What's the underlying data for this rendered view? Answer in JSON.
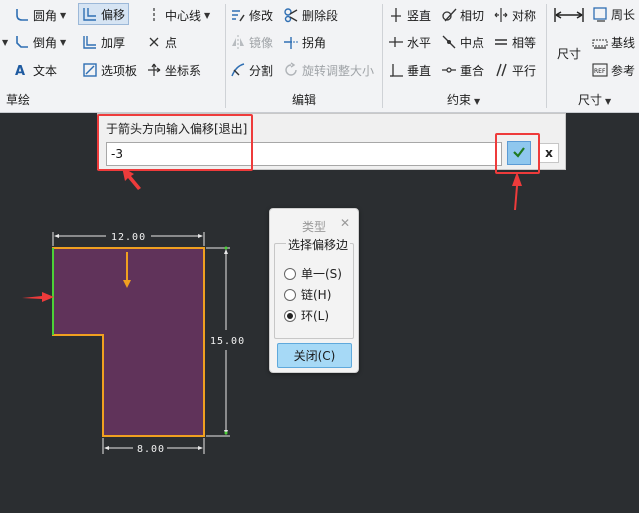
{
  "ribbon": {
    "groups": {
      "sketch": {
        "title": "草绘",
        "items": {
          "fillet": "圆角",
          "chamfer": "倒角",
          "text": "文本",
          "offset": "偏移",
          "thicken": "加厚",
          "palette": "选项板",
          "centerline": "中心线",
          "point": "点",
          "coord_sys": "坐标系"
        }
      },
      "edit": {
        "title": "编辑",
        "items": {
          "modify": "修改",
          "mirror": "镜像",
          "divide": "分割",
          "delete_segment": "删除段",
          "corner": "拐角",
          "rotate_resize": "旋转调整大小"
        }
      },
      "constrain": {
        "title": "约束",
        "items": {
          "vertical": "竖直",
          "horizontal": "水平",
          "perpendicular": "垂直",
          "tangent": "相切",
          "midpoint": "中点",
          "coincident": "重合",
          "symmetric": "对称",
          "equal": "相等",
          "parallel": "平行"
        }
      },
      "dimension": {
        "title": "尺寸",
        "items": {
          "dimension": "尺寸",
          "perimeter": "周长",
          "baseline": "基线",
          "reference": "参考"
        }
      }
    }
  },
  "prompt": {
    "label": "于箭头方向输入偏移[退出]",
    "value": "-3",
    "cancel_label": "x"
  },
  "sketch": {
    "dim_top": "12.00",
    "dim_right": "15.00",
    "dim_bottom": "8.00",
    "fill_color": "#60335a",
    "edge_color": "#f0a020",
    "selected_edge_color": "#4cd137"
  },
  "dialog": {
    "title": "类型",
    "group_label": "选择偏移边",
    "options": [
      "单一(S)",
      "链(H)",
      "环(L)"
    ],
    "selected_option": "环(L)",
    "close_label": "关闭(C)"
  },
  "colors": {
    "annotation_red": "#ee3b3b",
    "accept_blue": "#8fc7ee"
  }
}
